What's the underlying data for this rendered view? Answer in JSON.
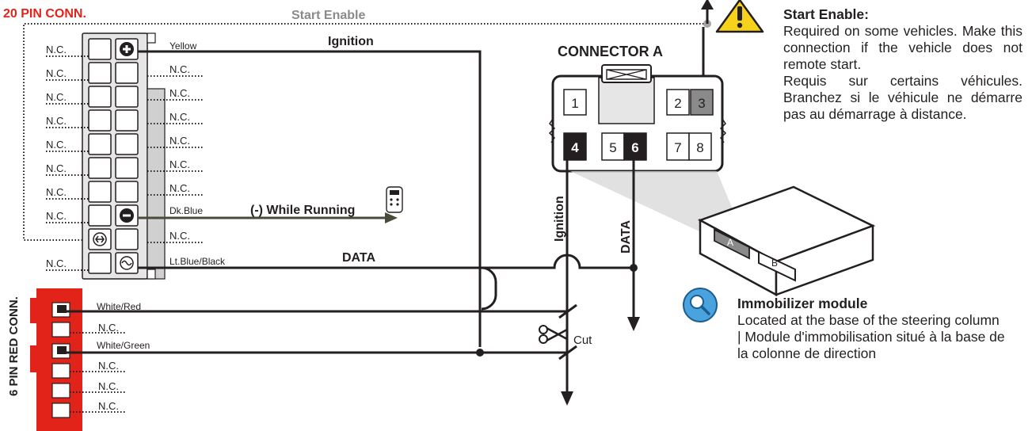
{
  "connectors": {
    "pin20_title": "20 PIN CONN.",
    "pin6_title": "6 PIN RED CONN.",
    "connector_a_title": "CONNECTOR A"
  },
  "pin20": {
    "left_labels": [
      "N.C.",
      "N.C.",
      "N.C.",
      "N.C.",
      "N.C.",
      "N.C.",
      "N.C.",
      "N.C.",
      "N.C."
    ],
    "right_labels": [
      "Yellow",
      "N.C.",
      "N.C.",
      "N.C.",
      "N.C.",
      "N.C.",
      "N.C.",
      "Dk.Blue",
      "N.C.",
      "Lt.Blue/Black"
    ]
  },
  "pin6": {
    "labels": [
      "White/Red",
      "N.C.",
      "White/Green",
      "N.C.",
      "N.C.",
      "N.C."
    ]
  },
  "wires": {
    "start_enable": "Start Enable",
    "ignition": "Ignition",
    "while_running": "(-) While Running",
    "data": "DATA",
    "ignition_vertical": "Ignition",
    "data_vertical": "DATA",
    "cut": "Cut"
  },
  "connector_a_pins": [
    "1",
    "2",
    "3",
    "4",
    "5",
    "6",
    "7",
    "8"
  ],
  "module_ports": [
    "A",
    "B"
  ],
  "notes": {
    "start_enable_title": "Start Enable:",
    "start_enable_en": "Required on some vehicles. Make this connection if the vehicle does not remote start.",
    "start_enable_fr": "Requis sur certains véhicules. Branchez si le véhicule ne démarre pas au démarrage à distance.",
    "immobilizer_title": "Immobilizer module",
    "immobilizer_body": "Located at the base of the steering column | Module d'immobilisation situé à la base de la colonne de direction"
  },
  "colors": {
    "title_red": "#e2231a",
    "connector_red": "#e2231a",
    "wire_dark_blue": "#4a4a3a",
    "pin3_gray": "#8a8a8a",
    "warning_yellow": "#f6d21a",
    "magnifier_blue": "#4aa3df"
  },
  "icons": [
    "plus-icon",
    "minus-icon",
    "diode-icon",
    "ac-icon",
    "warning-icon",
    "magnifier-icon",
    "remote-icon",
    "scissors-icon"
  ]
}
